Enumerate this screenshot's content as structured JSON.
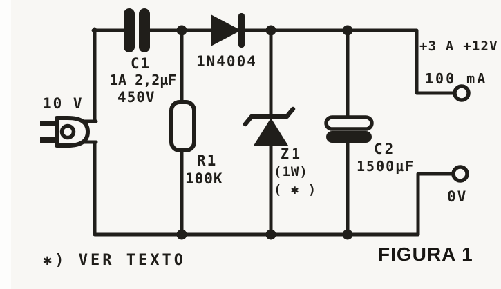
{
  "diagram": {
    "title": "power-supply-schematic",
    "input": {
      "voltage": "10 V"
    },
    "components": {
      "c1": {
        "ref": "C1",
        "value": "1A 2,2µF",
        "rating": "450V"
      },
      "d1": {
        "ref": "1N4004"
      },
      "r1": {
        "ref": "R1",
        "value": "100K"
      },
      "z1": {
        "ref": "Z1",
        "power": "(1W)",
        "footnote": "( ✱ )"
      },
      "c2": {
        "ref": "C2",
        "value": "1500µF"
      }
    },
    "output": {
      "positive": "+3 A +12V",
      "current": "100 mA",
      "ground": "0V"
    },
    "note": "✱) VER TEXTO",
    "caption": "FIGURA 1"
  },
  "colors": {
    "ink": "#201e1a",
    "paper": "#f8f7f4"
  }
}
